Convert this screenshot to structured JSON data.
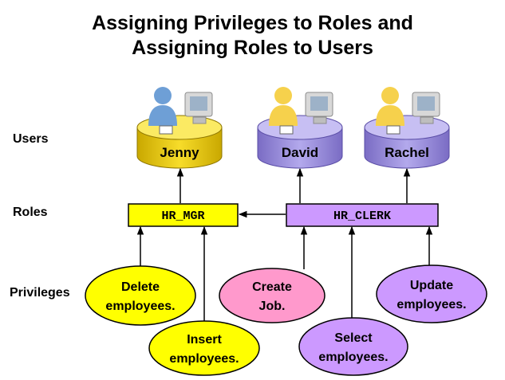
{
  "title": {
    "line1": "Assigning Privileges to Roles and",
    "line2": "Assigning Roles to Users"
  },
  "row_labels": {
    "users": "Users",
    "roles": "Roles",
    "privileges": "Privileges"
  },
  "users": [
    {
      "id": "jenny",
      "name": "Jenny",
      "color": "#F2D21A",
      "icon": "user-workstation-icon"
    },
    {
      "id": "david",
      "name": "David",
      "color": "#9F93DC",
      "icon": "user-workstation-icon"
    },
    {
      "id": "rachel",
      "name": "Rachel",
      "color": "#9F93DC",
      "icon": "user-workstation-icon"
    }
  ],
  "roles": [
    {
      "id": "hr-mgr",
      "name": "HR_MGR",
      "color": "#FFFF00"
    },
    {
      "id": "hr-clerk",
      "name": "HR_CLERK",
      "color": "#CC99FF"
    }
  ],
  "privileges": [
    {
      "id": "delete-employees",
      "line1": "Delete",
      "line2": "employees.",
      "color": "#FFFF00"
    },
    {
      "id": "insert-employees",
      "line1": "Insert",
      "line2": "employees.",
      "color": "#FFFF00"
    },
    {
      "id": "create-job",
      "line1": "Create",
      "line2": "Job.",
      "color": "#FF99CC"
    },
    {
      "id": "select-employees",
      "line1": "Select",
      "line2": "employees.",
      "color": "#CC99FF"
    },
    {
      "id": "update-employees",
      "line1": "Update",
      "line2": "employees.",
      "color": "#CC99FF"
    }
  ]
}
